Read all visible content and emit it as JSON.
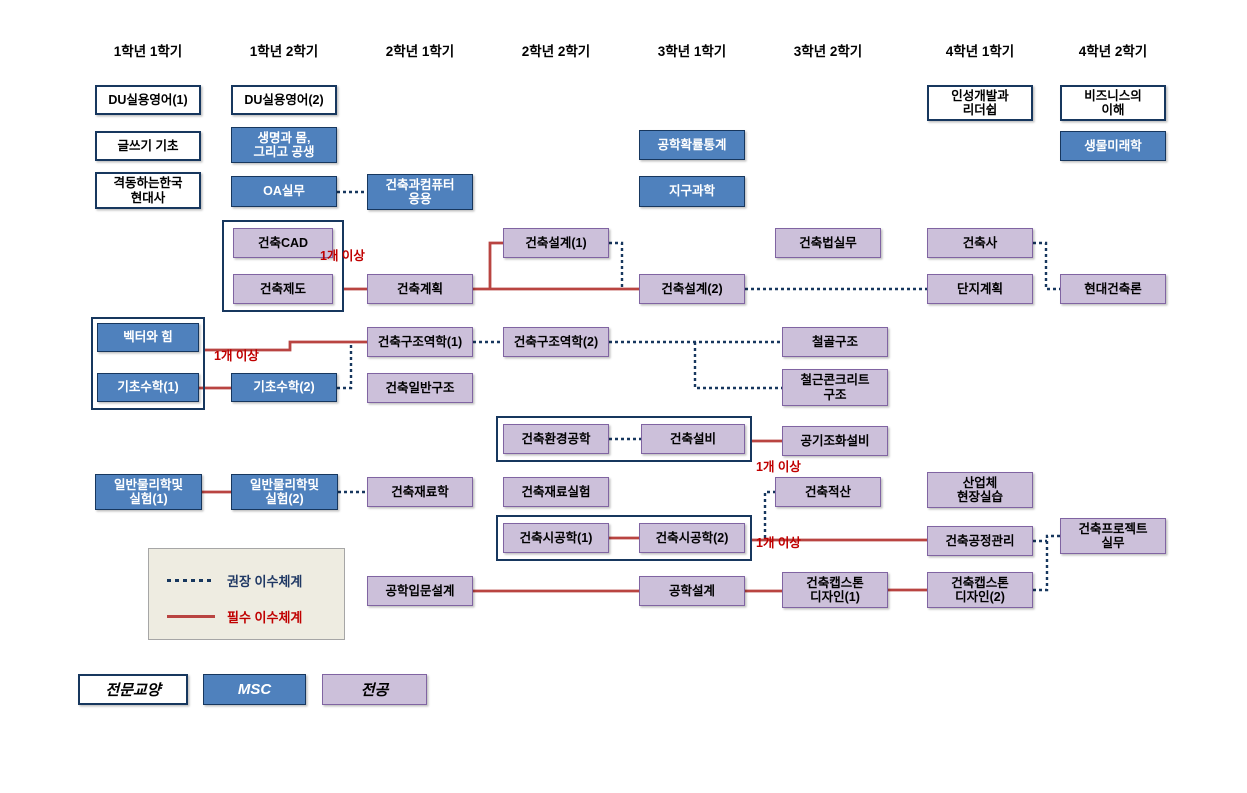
{
  "colors": {
    "required_line": "#B94441",
    "recommended_line": "#17375E",
    "msc_fill": "#4F81BD",
    "major_fill": "#CCC0DA",
    "gen_border": "#17375E"
  },
  "headers": [
    "1학년 1학기",
    "1학년 2학기",
    "2학년 1학기",
    "2학년 2학기",
    "3학년 1학기",
    "3학년 2학기",
    "4학년 1학기",
    "4학년 2학기"
  ],
  "nodes": {
    "du1": "DU실용영어(1)",
    "du2": "DU실용영어(2)",
    "writing": "글쓰기 기초",
    "history": "격동하는한국\n현대사",
    "leadership": "인성개발과\n리더쉽",
    "business": "비즈니스의\n이해",
    "life": "생명과 몸,\n그리고 공생",
    "oa": "OA실무",
    "comp": "건축과컴퓨터\n응용",
    "stat": "공학확률통계",
    "earth": "지구과학",
    "bio": "생물미래학",
    "vector": "벡터와 힘",
    "math1": "기초수학(1)",
    "math2": "기초수학(2)",
    "phys1": "일반물리학및\n실험(1)",
    "phys2": "일반물리학및\n실험(2)",
    "cad": "건축CAD",
    "drafting": "건축제도",
    "plan": "건축계획",
    "design1": "건축설계(1)",
    "design2": "건축설계(2)",
    "law": "건축법실무",
    "archist": "건축사",
    "siteplan": "단지계획",
    "modern": "현대건축론",
    "struct1": "건축구조역학(1)",
    "struct2": "건축구조역학(2)",
    "genstruct": "건축일반구조",
    "steel": "철골구조",
    "rc": "철근콘크리트\n구조",
    "env": "건축환경공학",
    "equip": "건축설비",
    "hvac": "공기조화설비",
    "matsci": "건축재료학",
    "matexp": "건축재료실험",
    "const1": "건축시공학(1)",
    "const2": "건축시공학(2)",
    "estimate": "건축적산",
    "intern": "산업체\n현장실습",
    "process": "건축공정관리",
    "project": "건축프로젝트\n실무",
    "introdesign": "공학입문설계",
    "engdesign": "공학설계",
    "capstone1": "건축캡스톤\n디자인(1)",
    "capstone2": "건축캡스톤\n디자인(2)"
  },
  "labels": {
    "min_one": "1개 이상"
  },
  "legend": {
    "recommended": "권장 이수체계",
    "required": "필수 이수체계"
  },
  "categories": {
    "gen": "전문교양",
    "msc": "MSC",
    "major": "전공"
  }
}
